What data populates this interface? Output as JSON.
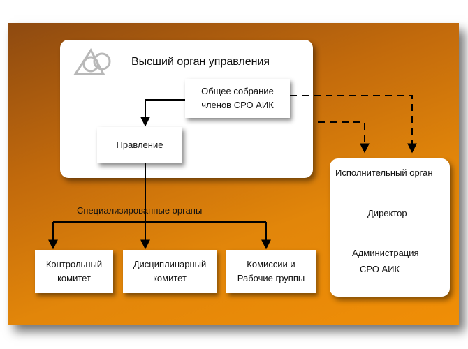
{
  "top_panel": {
    "title": "Высший орган управления",
    "logo_icon": "triangle-circles-logo-icon"
  },
  "general_meeting": {
    "line1": "Общее собрание",
    "line2": "членов  СРО  АИК"
  },
  "board": {
    "label": "Правление"
  },
  "specialized_bodies_label": "Специализированные органы",
  "committees": [
    {
      "line1": "Контрольный",
      "line2": "комитет"
    },
    {
      "line1": "Дисциплинарный",
      "line2": "комитет"
    },
    {
      "line1": "Комиссии и",
      "line2": "Рабочие группы"
    }
  ],
  "executive_panel": {
    "title": "Исполнительный орган",
    "director": "Директор",
    "admin_line1": "Администрация",
    "admin_line2": "СРО  АИК"
  },
  "colors": {
    "background_dark": "#8e4a10",
    "background_light": "#f08e06",
    "box": "#ffffff",
    "lines": "#000000"
  }
}
